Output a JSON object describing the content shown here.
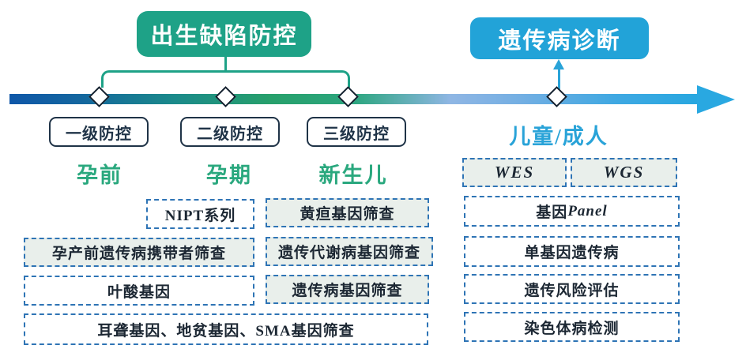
{
  "headers": {
    "birth_defect_control": "出生缺陷防控",
    "genetic_disease_diagnosis": "遗传病诊断"
  },
  "levels": [
    {
      "label": "一级防控"
    },
    {
      "label": "二级防控"
    },
    {
      "label": "三级防控"
    }
  ],
  "stages": [
    {
      "label": "孕前"
    },
    {
      "label": "孕期"
    },
    {
      "label": "新生儿"
    },
    {
      "label": "儿童/成人"
    }
  ],
  "tests": {
    "nipt": "NIPT系列",
    "carrier": "孕产前遗传病携带者筛查",
    "folate": "叶酸基因",
    "deafness": "耳聋基因、地贫基因、SMA基因筛查",
    "jaundice": "黄疸基因筛查",
    "metabolic": "遗传代谢病基因筛查",
    "genetic": "遗传病基因筛查",
    "wes": "WES",
    "wgs": "WGS",
    "panel_cn": "基因",
    "panel_en": "Panel",
    "monogenic": "单基因遗传病",
    "risk": "遗传风险评估",
    "chromosome": "染色体病检测"
  },
  "colors": {
    "header_green": "#1ea287",
    "header_blue": "#22a3d8",
    "stage_green": "#2aa87e",
    "stage_blue": "#29a3d8",
    "dashed_border_blue": "#2e74b5",
    "box_tint": "#e9efeb",
    "level_box_navy": "#1f3347",
    "timeline_start_blue": "#0f57a8",
    "timeline_mid_green": "#2ca67f",
    "timeline_end_blue": "#27a7e0"
  }
}
